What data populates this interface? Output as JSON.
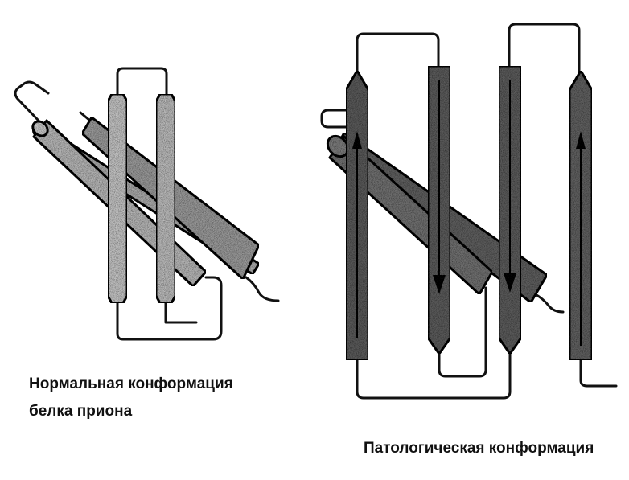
{
  "captions": {
    "normal_line1": "Нормальная конформация",
    "normal_line2": "белка приона",
    "pathological": "Патологическая конформация"
  },
  "colors": {
    "line": "#111111",
    "normal_helix": "#a9a9a9",
    "normal_strand": "#c2c2c2",
    "pathological_helix": "#6a6a6a",
    "pathological_strand": "#5a5a5a"
  }
}
